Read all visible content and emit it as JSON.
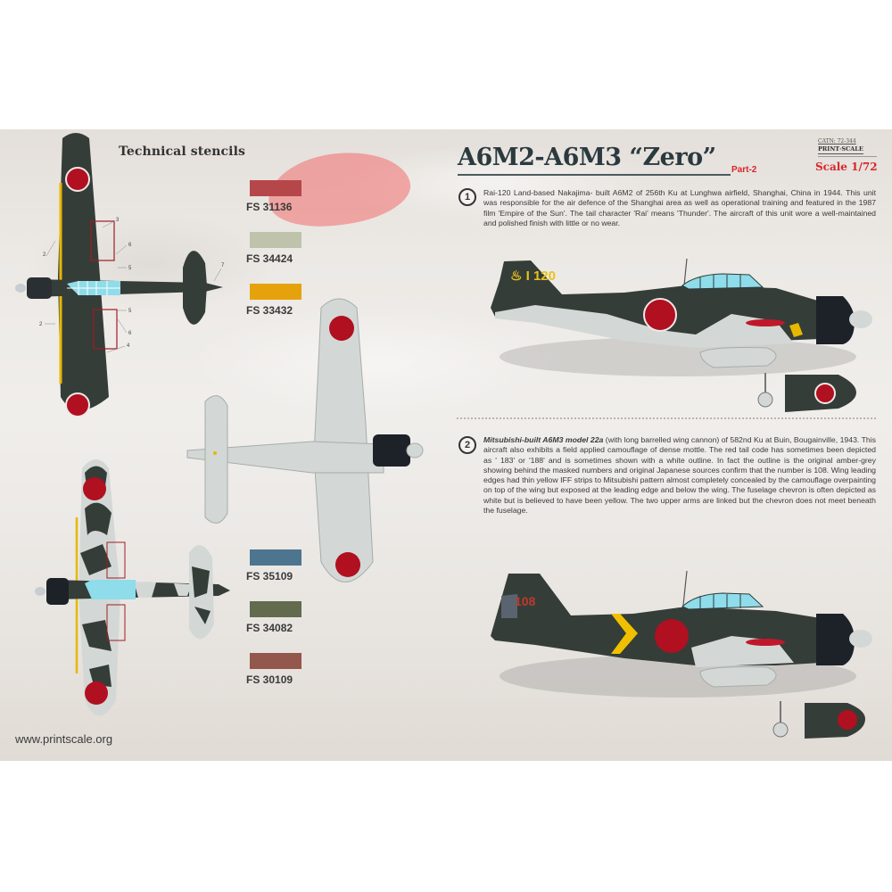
{
  "sheet": {
    "title": "A6M2-A6M3 “Zero”",
    "part_label": "Part-2",
    "catalog_number": "CATN: 72-344",
    "brand": "PRINT·SCALE",
    "scale": "Scale 1/72",
    "website": "www.printscale.org",
    "stencils_title": "Technical stencils"
  },
  "colors": [
    {
      "code": "FS 31136",
      "hex": "#b5474a"
    },
    {
      "code": "FS 34424",
      "hex": "#bfc3ab"
    },
    {
      "code": "FS 33432",
      "hex": "#e6a20c"
    },
    {
      "code": "FS 35109",
      "hex": "#4e7590"
    },
    {
      "code": "FS 34082",
      "hex": "#636b4f"
    },
    {
      "code": "FS 30109",
      "hex": "#93574b"
    }
  ],
  "stencil_numbers": [
    "3",
    "2",
    "6",
    "5",
    "7",
    "2",
    "5",
    "6",
    "4"
  ],
  "schemes": [
    {
      "number": "1",
      "title_bold": "",
      "text": "Rai-120 Land-based Nakajima- built A6M2 of 256th Ku at Lunghwa airfield, Shanghai, China in 1944. This unit was responsible for the air defence of the Shanghai area as well as operational training and featured in the 1987 film 'Empire of the Sun'. The tail character 'Rai' means 'Thunder'. The aircraft of this unit wore a well-maintained and polished finish with little or no wear.",
      "tail_code": "120",
      "tail_code_color": "#e9c21a"
    },
    {
      "number": "2",
      "title_bold": "Mitsubishi-built A6M3 model 22a",
      "text": " (with long barrelled wing cannon) of 582nd Ku at Buin, Bougainville, 1943. This aircraft also exhibits a field applied camouflage of dense mottle. The red tail code has sometimes been depicted as ' 183' or '188' and is sometimes shown with a white outline. In fact the outline is the original amber-grey showing behind the masked numbers and original Japanese sources confirm that the number is 108. Wing leading edges had thin yellow IFF strips to Mitsubishi pattern almost completely concealed by the camouflage overpainting on top of the wing but exposed at the leading edge and below the wing. The fuselage chevron is often depicted as white but is believed to have been yellow. The two upper arms are linked but the chevron does not meet beneath the fuselage.",
      "tail_code": "108",
      "tail_code_color": "#c0392b"
    }
  ],
  "palette": {
    "dark_green": "#353d39",
    "light_grey": "#d3d8d6",
    "hinomaru_red": "#b01020",
    "canopy_blue": "#8fdcea",
    "cowling_black": "#1d2229",
    "accent_red": "#d8262a"
  }
}
